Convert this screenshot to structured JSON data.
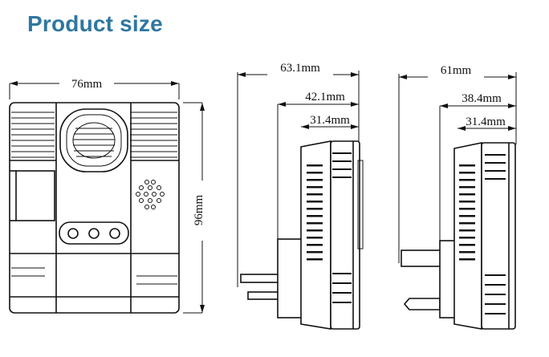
{
  "title": "Product size",
  "front_view": {
    "width_label": "76mm",
    "height_label": "96mm"
  },
  "side_view_1": {
    "dim_total": "63.1mm",
    "dim_mid": "42.1mm",
    "dim_body": "31.4mm"
  },
  "side_view_2": {
    "dim_total": "61mm",
    "dim_mid": "38.4mm",
    "dim_body": "31.4mm"
  }
}
